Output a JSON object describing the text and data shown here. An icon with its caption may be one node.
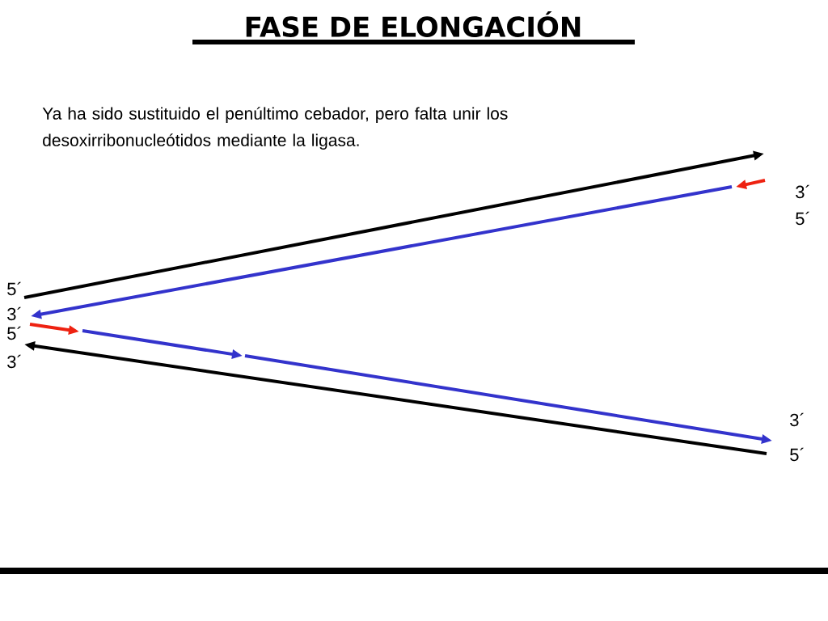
{
  "diagram": {
    "title": "FASE DE ELONGACIÓN",
    "labels": [
      "Ya ha sido sustituido el penúltimo cebador, pero falta unir los desoxirribonucleótidos mediante la ligasa.",
      "3´",
      "5´",
      "5´",
      "3´",
      "5´",
      "3´",
      "3´",
      "5´"
    ]
  }
}
